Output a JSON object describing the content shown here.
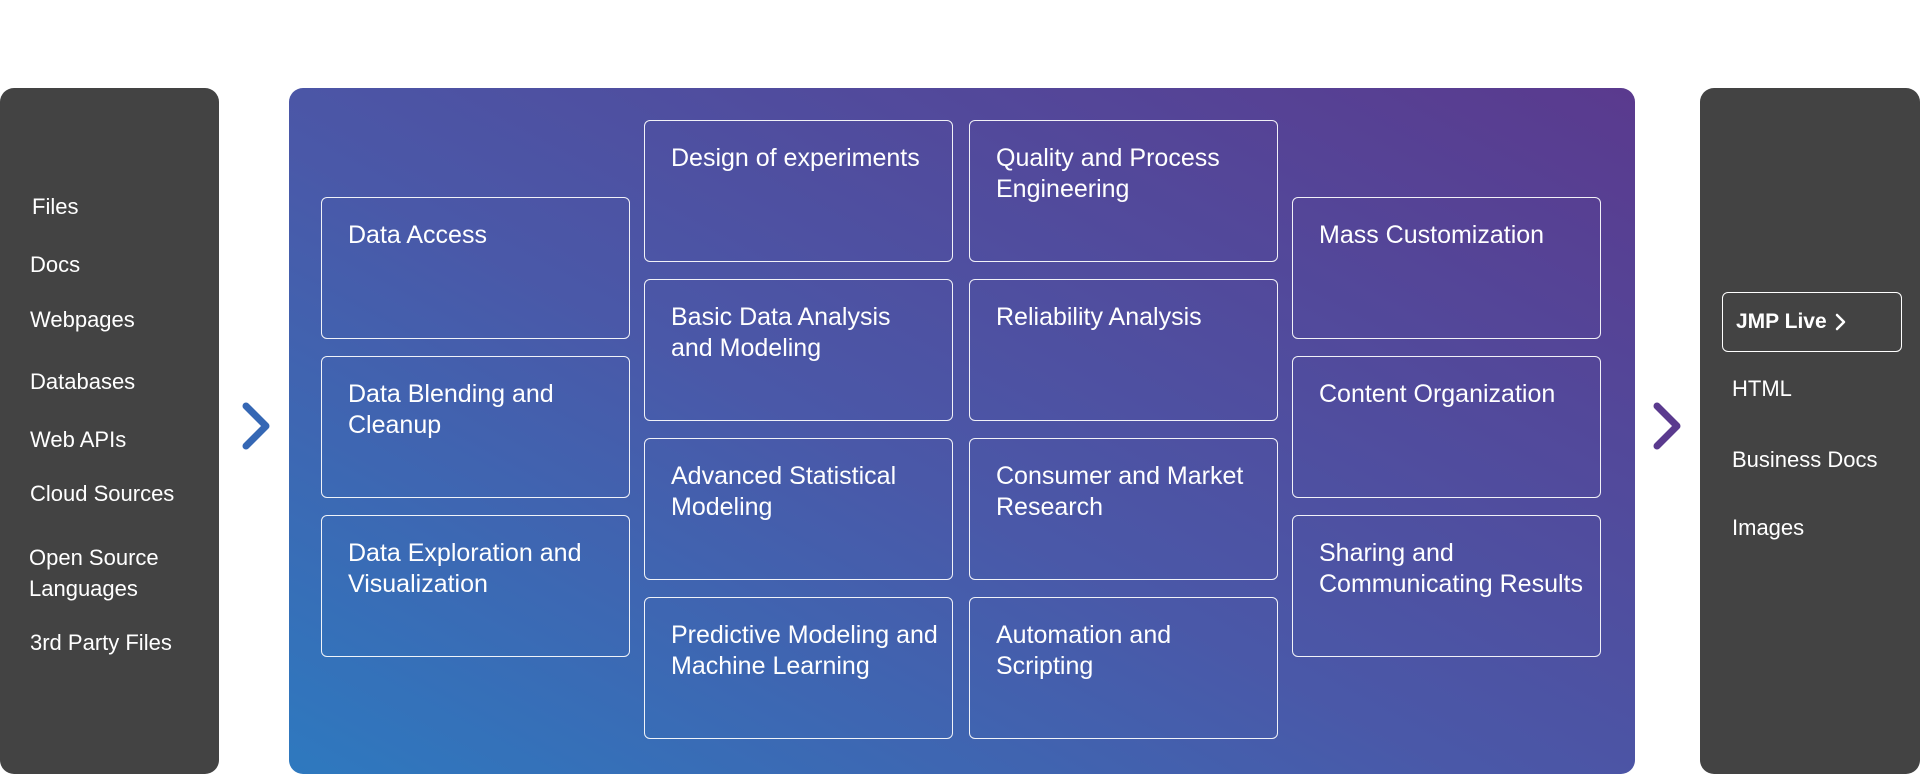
{
  "inputs": {
    "items": [
      {
        "label": "Files"
      },
      {
        "label": "Docs"
      },
      {
        "label": "Webpages"
      },
      {
        "label": "Databases"
      },
      {
        "label": "Web APIs"
      },
      {
        "label": "Cloud Sources"
      },
      {
        "label": "Open Source\nLanguages"
      },
      {
        "label": "3rd Party Files"
      }
    ]
  },
  "capabilities": {
    "col1": [
      {
        "label": "Data Access"
      },
      {
        "label": "Data Blending and Cleanup"
      },
      {
        "label": "Data Exploration and Visualization"
      }
    ],
    "col2": [
      {
        "label": "Design of experiments"
      },
      {
        "label": "Basic Data Analysis and Modeling"
      },
      {
        "label": "Advanced Statistical Modeling"
      },
      {
        "label": "Predictive Modeling and Machine Learning"
      }
    ],
    "col3": [
      {
        "label": "Quality and Process Engineering"
      },
      {
        "label": "Reliability Analysis"
      },
      {
        "label": "Consumer and Market Research"
      },
      {
        "label": "Automation and Scripting"
      }
    ],
    "col4": [
      {
        "label": "Mass Customization"
      },
      {
        "label": "Content Organization"
      },
      {
        "label": "Sharing and Communicating Results"
      }
    ]
  },
  "outputs": {
    "jmp_live": "JMP Live",
    "items": [
      {
        "label": "HTML"
      },
      {
        "label": "Business Docs"
      },
      {
        "label": "Images"
      }
    ]
  },
  "colors": {
    "side_panel": "#434343",
    "gradient_start": "#2e79bf",
    "gradient_end": "#5a3a8e",
    "left_chevron": "#3567b4",
    "right_chevron": "#5a3a8e"
  },
  "icons": {
    "left_arrow": "chevron-right-icon",
    "right_arrow": "chevron-right-icon",
    "jmp_live_arrow": "chevron-right-icon"
  }
}
